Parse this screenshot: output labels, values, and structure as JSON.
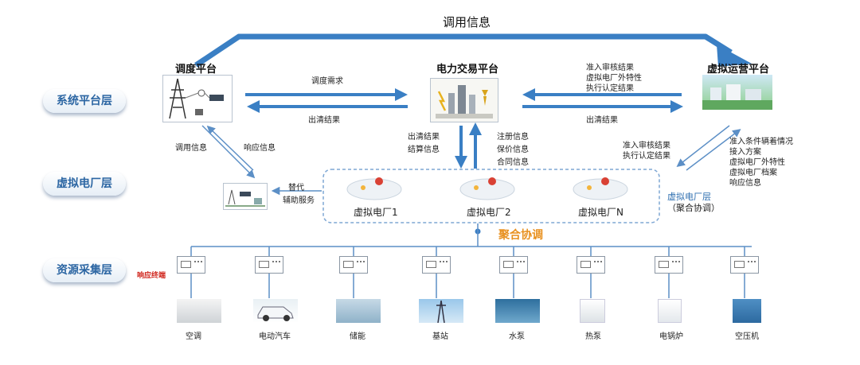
{
  "top_arrow": {
    "label": "调用信息"
  },
  "layers": {
    "system": "系统平台层",
    "vpp": "虚拟电厂层",
    "resource": "资源采集层"
  },
  "platforms": {
    "dispatch": "调度平台",
    "trading": "电力交易平台",
    "operation": "虚拟运营平台"
  },
  "flows": {
    "dispatch_demand": "调度需求",
    "clearing_result_left": "出清结果",
    "right_top": [
      "准入审核结果",
      "虚拟电厂外特性",
      "执行认定结果"
    ],
    "clearing_result_right": "出清结果",
    "call_info": "调用信息",
    "response_info": "响应信息",
    "trading_down": [
      "出清结果",
      "结算信息"
    ],
    "trading_up": [
      "注册信息",
      "保价信息",
      "合同信息"
    ],
    "op_down": [
      "准入审核结果",
      "执行认定结果"
    ],
    "op_up": [
      "准入条件辆着情况",
      "接入方案",
      "虚拟电厂外特性",
      "虚拟电厂档案",
      "响应信息"
    ],
    "substitute": "替代",
    "aux_service": "辅助服务"
  },
  "vpp_units": [
    "虚拟电厂1",
    "虚拟电厂2",
    "虚拟电厂N"
  ],
  "vpp_layer_note": [
    "虚拟电厂层",
    "（聚合协调）"
  ],
  "aggregation": "聚合协调",
  "response_terminal": "响应终端",
  "resources": [
    "空调",
    "电动汽车",
    "储能",
    "基站",
    "水泵",
    "热泵",
    "电锅炉",
    "空压机"
  ],
  "colors": {
    "arrow_blue": "#3a7fc4",
    "pill_text": "#2c66a3",
    "aggregation_orange": "#e8901e",
    "terminal_red": "#d0261d",
    "vpp_note_blue": "#2f6fb0"
  }
}
